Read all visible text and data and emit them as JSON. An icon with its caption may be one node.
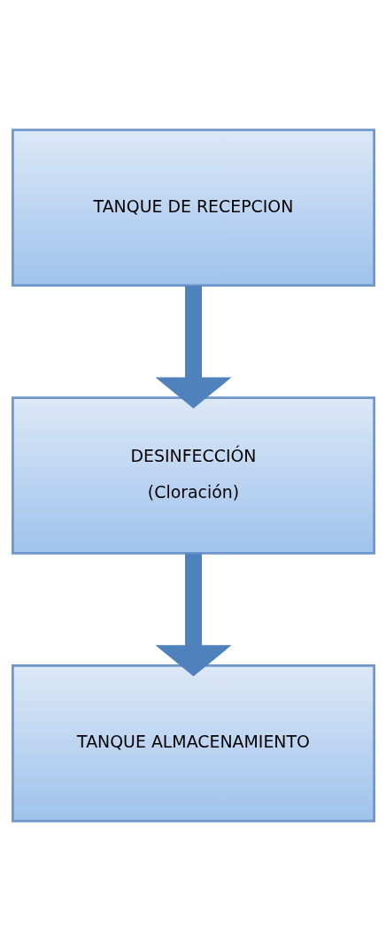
{
  "diagram": {
    "nodes": [
      {
        "text": [
          "TANQUE DE RECEPCION"
        ]
      },
      {
        "text": [
          "DESINFECCIÓN",
          "(Cloración)"
        ]
      },
      {
        "text": [
          "TANQUE ALMACENAMIENTO"
        ]
      }
    ],
    "edges": [
      {
        "from": 0,
        "to": 1,
        "arrow": "to"
      },
      {
        "from": 1,
        "to": 2,
        "arrow": "to"
      }
    ]
  }
}
